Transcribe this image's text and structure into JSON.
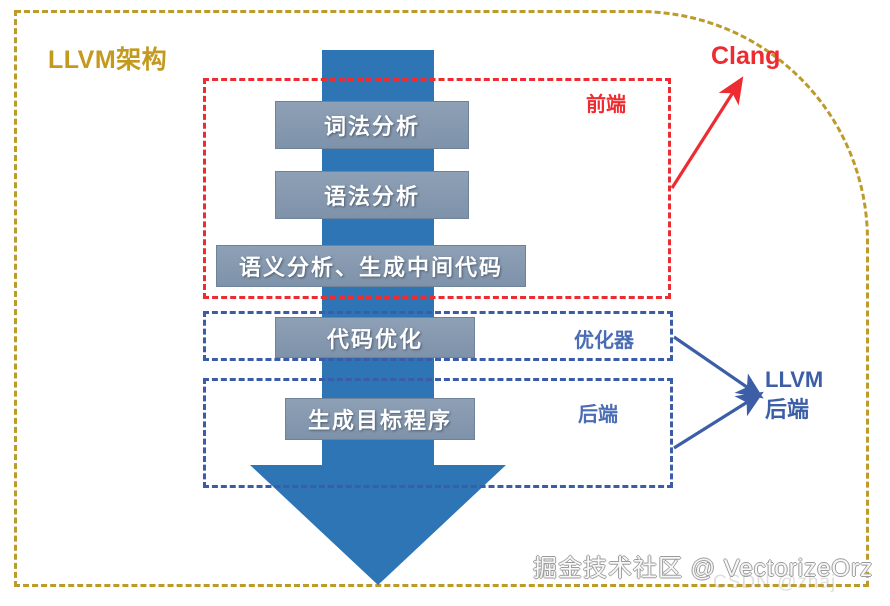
{
  "diagram": {
    "title": "LLVM架构",
    "title_color": "#C49A1E",
    "outer_border_color": "#BC9B2B",
    "arrow_color": "#2E75B6",
    "stage_box_color": "#8296AE"
  },
  "stages": [
    {
      "id": "lexical-analysis",
      "label": "词法分析"
    },
    {
      "id": "syntax-analysis",
      "label": "语法分析"
    },
    {
      "id": "semantic-analysis",
      "label": "语义分析、生成中间代码"
    },
    {
      "id": "code-optimization",
      "label": "代码优化"
    },
    {
      "id": "target-generation",
      "label": "生成目标程序"
    }
  ],
  "groups": [
    {
      "id": "frontend",
      "label": "前端",
      "color": "#EE2B31"
    },
    {
      "id": "optimizer",
      "label": "优化器",
      "color": "#4B6DB5"
    },
    {
      "id": "backend",
      "label": "后端",
      "color": "#4B6DB5"
    }
  ],
  "annotations": {
    "clang": "Clang",
    "llvm_line1": "LLVM",
    "llvm_line2": "后端"
  },
  "watermarks": {
    "main": "掘金技术社区 @ VectorizeOrz",
    "sub": "CSDN @zhaj"
  }
}
